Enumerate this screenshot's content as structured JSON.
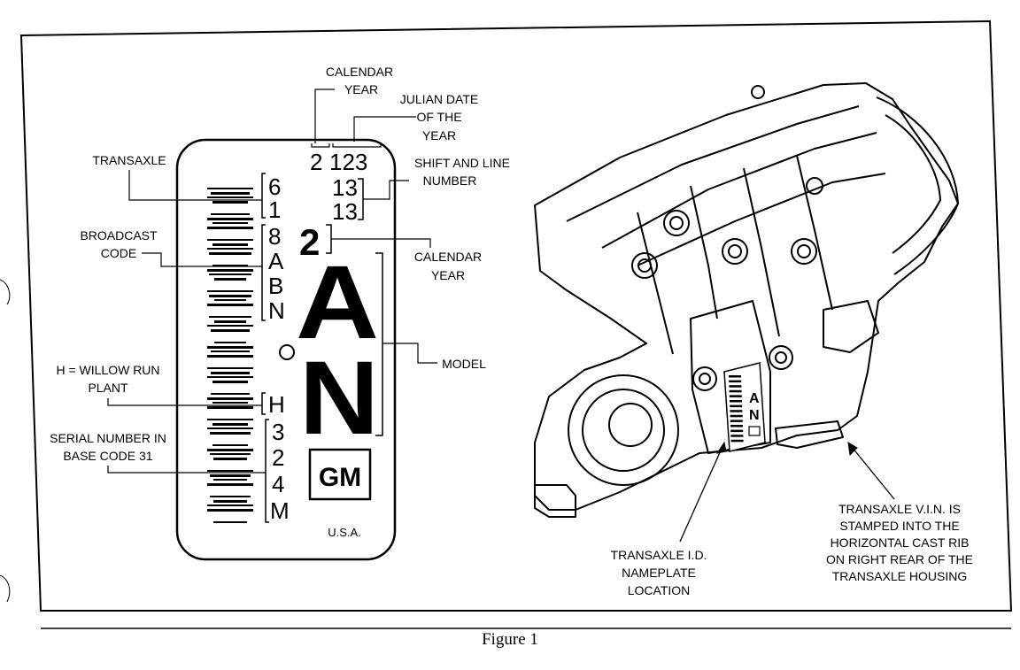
{
  "figure_caption": "Figure 1",
  "plate": {
    "code_left": [
      "6",
      "1",
      "8",
      "A",
      "B",
      "N"
    ],
    "plant_char": "H",
    "serial_chars": [
      "3",
      "2",
      "4",
      "M"
    ],
    "year_digit": "2",
    "julian_digits": "123",
    "shift_line_1": "13",
    "shift_line_2": "13",
    "calendar_year_big": "2",
    "model_letter_1": "A",
    "model_letter_2": "N",
    "logo": "GM",
    "country": "U.S.A."
  },
  "callouts": {
    "calendar_year_top": [
      "CALENDAR",
      "YEAR"
    ],
    "julian_date": [
      "JULIAN DATE",
      "OF THE",
      "YEAR"
    ],
    "shift_line": [
      "SHIFT AND LINE",
      "NUMBER"
    ],
    "calendar_year_right": [
      "CALENDAR",
      "YEAR"
    ],
    "transaxle": [
      "TRANSAXLE"
    ],
    "broadcast_code": [
      "BROADCAST",
      "CODE"
    ],
    "model": [
      "MODEL"
    ],
    "willow_run": [
      "H = WILLOW RUN",
      "PLANT"
    ],
    "serial_number": [
      "SERIAL NUMBER IN",
      "BASE CODE 31"
    ],
    "id_location": [
      "TRANSAXLE I.D.",
      "NAMEPLATE",
      "LOCATION"
    ],
    "vin_note": [
      "TRANSAXLE V.I.N. IS",
      "STAMPED INTO THE",
      "HORIZONTAL CAST RIB",
      "ON RIGHT REAR OF THE",
      "TRANSAXLE HOUSING"
    ]
  }
}
